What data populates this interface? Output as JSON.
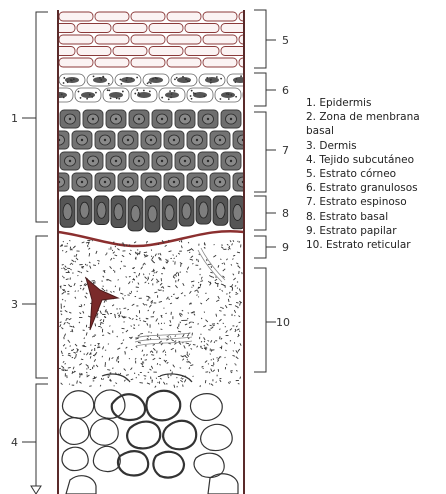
{
  "colors": {
    "horn": "#8b3a3a",
    "cell_dark": "#555555",
    "cell_mid": "#7a7a7a",
    "bracket": "#333333",
    "vessel": "#7a2a2a"
  },
  "markers": {
    "left": [
      "1",
      "3",
      "4"
    ],
    "right": [
      "5",
      "6",
      "7",
      "8",
      "9",
      "10"
    ]
  },
  "legend": [
    {
      "label": "1. Epidermis"
    },
    {
      "label": "2. Zona de menbrana basal"
    },
    {
      "label": "3. Dermis"
    },
    {
      "label": "4. Tejido subcutáneo"
    },
    {
      "label": "5. Estrato córneo"
    },
    {
      "label": "6. Estrato granulosos"
    },
    {
      "label": "7. Estrato espinoso"
    },
    {
      "label": "8. Estrato basal"
    },
    {
      "label": "9. Estrato papilar"
    },
    {
      "label": "10. Estrato reticular"
    }
  ]
}
